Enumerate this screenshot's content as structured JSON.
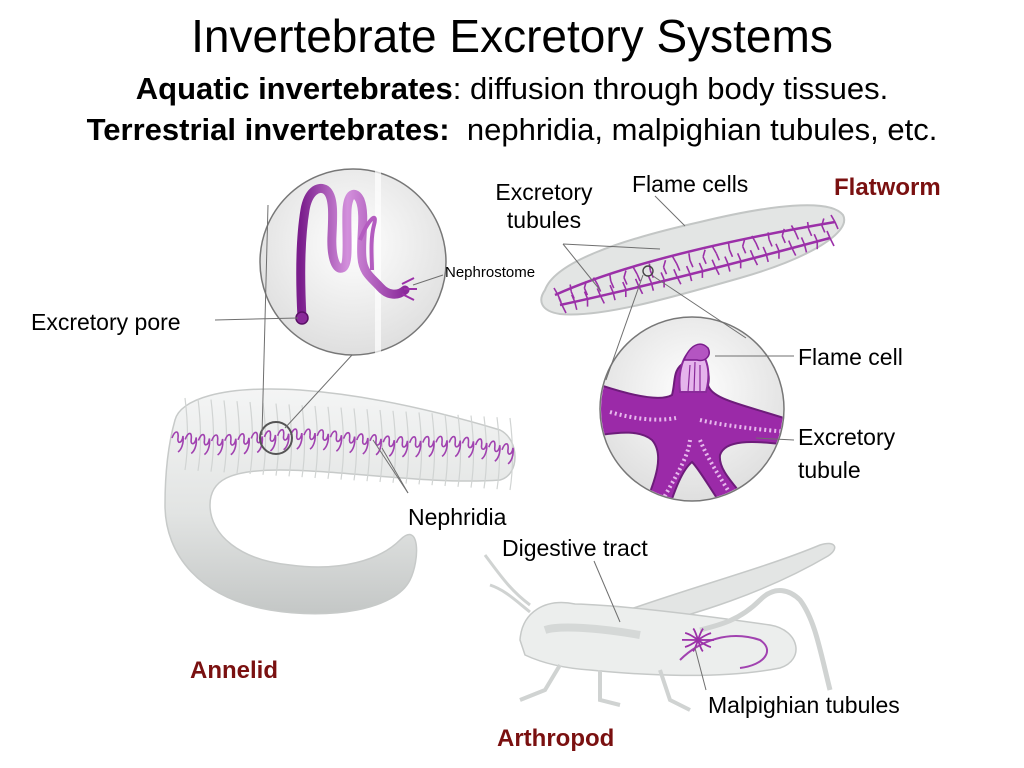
{
  "title": "Invertebrate Excretory Systems",
  "subtitle_lines": [
    {
      "bold": "Aquatic invertebrates",
      "rest": ": diffusion through body tissues."
    },
    {
      "bold": "Terrestrial invertebrates:",
      "rest": "  nephridia, malpighian tubules, etc."
    }
  ],
  "labels": {
    "excretory_tubules": [
      "Excretory",
      "tubules"
    ],
    "flame_cells": "Flame cells",
    "nephrostome": "Nephrostome",
    "excretory_pore": "Excretory pore",
    "flame_cell": "Flame cell",
    "excretory_tubule": [
      "Excretory",
      "tubule"
    ],
    "nephridia": "Nephridia",
    "digestive_tract": "Digestive tract",
    "malpighian_tubules": "Malpighian tubules"
  },
  "organisms": {
    "flatworm": "Flatworm",
    "annelid": "Annelid",
    "arthropod": "Arthropod"
  },
  "colors": {
    "organism_label": "#7a1010",
    "tubule": "#9b30a8",
    "tubule_light": "#d7a2df",
    "body_gray": "#d9dbda",
    "body_gray_dark": "#b9bcbb",
    "leader": "#777777"
  }
}
